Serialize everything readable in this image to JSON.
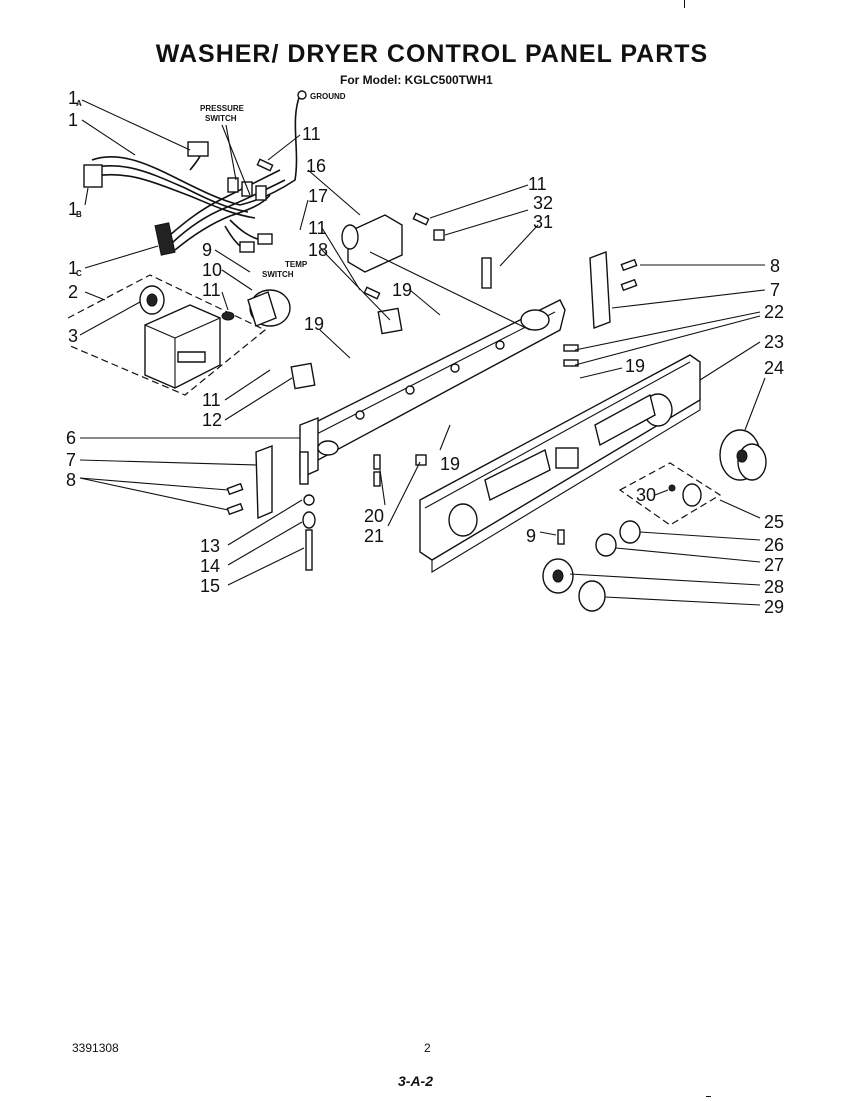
{
  "header": {
    "title": "WASHER/ DRYER CONTROL PANEL PARTS",
    "subtitle": "For Model: KGLC500TWH1"
  },
  "component_labels": {
    "ground": "GROUND",
    "pressure_switch": [
      "PRESSURE",
      "SWITCH"
    ],
    "temp_switch": [
      "TEMP",
      "SWITCH"
    ]
  },
  "callouts": [
    {
      "id": "1A",
      "text": "1"
    },
    {
      "id": "1",
      "text": "1"
    },
    {
      "id": "1B",
      "text": "1"
    },
    {
      "id": "1C",
      "text": "1"
    },
    {
      "id": "2",
      "text": "2"
    },
    {
      "id": "3",
      "text": "3"
    },
    {
      "id": "6",
      "text": "6"
    },
    {
      "id": "7L",
      "text": "7"
    },
    {
      "id": "8L",
      "text": "8"
    },
    {
      "id": "9T",
      "text": "9"
    },
    {
      "id": "10",
      "text": "10"
    },
    {
      "id": "11a",
      "text": "11"
    },
    {
      "id": "11b",
      "text": "11"
    },
    {
      "id": "11c",
      "text": "11"
    },
    {
      "id": "11d",
      "text": "11"
    },
    {
      "id": "11e",
      "text": "11"
    },
    {
      "id": "12",
      "text": "12"
    },
    {
      "id": "13",
      "text": "13"
    },
    {
      "id": "14",
      "text": "14"
    },
    {
      "id": "15",
      "text": "15"
    },
    {
      "id": "16",
      "text": "16"
    },
    {
      "id": "17",
      "text": "17"
    },
    {
      "id": "18",
      "text": "18"
    },
    {
      "id": "19a",
      "text": "19"
    },
    {
      "id": "19b",
      "text": "19"
    },
    {
      "id": "19c",
      "text": "19"
    },
    {
      "id": "19d",
      "text": "19"
    },
    {
      "id": "20",
      "text": "20"
    },
    {
      "id": "21",
      "text": "21"
    },
    {
      "id": "31",
      "text": "31"
    },
    {
      "id": "32",
      "text": "32"
    },
    {
      "id": "8R",
      "text": "8"
    },
    {
      "id": "7R",
      "text": "7"
    },
    {
      "id": "22",
      "text": "22"
    },
    {
      "id": "23",
      "text": "23"
    },
    {
      "id": "24",
      "text": "24"
    },
    {
      "id": "25",
      "text": "25"
    },
    {
      "id": "26",
      "text": "26"
    },
    {
      "id": "27",
      "text": "27"
    },
    {
      "id": "28",
      "text": "28"
    },
    {
      "id": "29",
      "text": "29"
    },
    {
      "id": "30",
      "text": "30"
    },
    {
      "id": "9B",
      "text": "9"
    }
  ],
  "subscripts": {
    "1A": "A",
    "1B": "B",
    "1C": "C"
  },
  "footer": {
    "doc_number": "3391308",
    "page_number": "2",
    "page_code": "3-A-2"
  }
}
